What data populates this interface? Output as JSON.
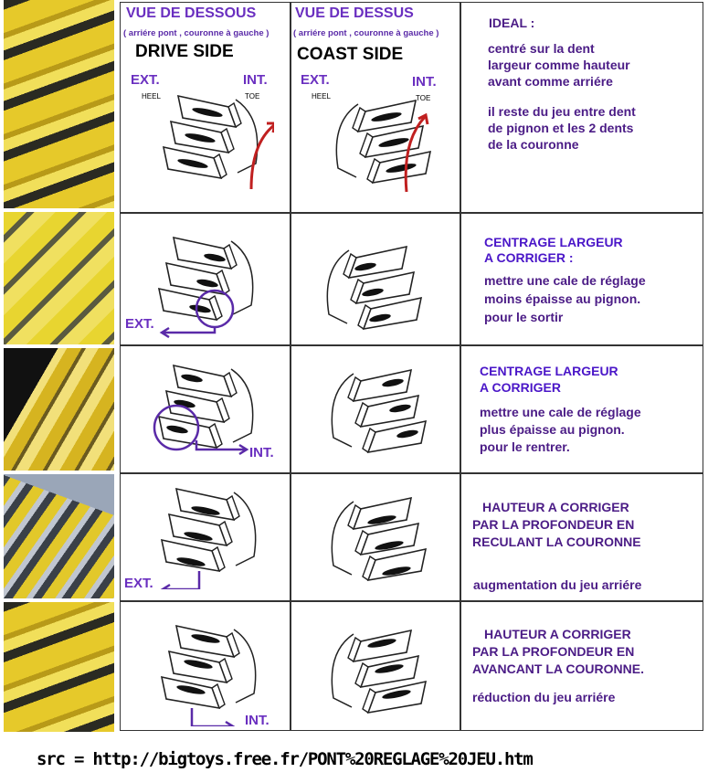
{
  "header": {
    "col1": {
      "title": "VUE DE DESSOUS",
      "subtitle": "( arriére pont , couronne à gauche )",
      "side": "DRIVE SIDE"
    },
    "col2": {
      "title": "VUE DE DESSUS",
      "subtitle": "( arriére pont , couronne à gauche )",
      "side": "COAST SIDE"
    },
    "ext": "EXT.",
    "heel": "HEEL",
    "int": "INT.",
    "toe": "TOE"
  },
  "rows": [
    {
      "title": "IDEAL :",
      "lines": [
        "centré sur la dent",
        "largeur comme hauteur",
        "avant comme arriére"
      ],
      "lines2": [
        "il reste du jeu entre dent",
        "de pignon et les 2 dents",
        "de la couronne"
      ]
    },
    {
      "title": [
        "CENTRAGE LARGEUR",
        "A CORRIGER :"
      ],
      "lines": [
        "mettre une cale de réglage",
        "moins épaisse au pignon.",
        "pour le sortir"
      ],
      "arrow_label": "EXT."
    },
    {
      "title": [
        "CENTRAGE LARGEUR",
        "A CORRIGER"
      ],
      "lines": [
        "mettre une cale de réglage",
        "plus épaisse au pignon.",
        "pour le rentrer."
      ],
      "arrow_label": "INT."
    },
    {
      "title": [
        "HAUTEUR A CORRIGER",
        "PAR LA PROFONDEUR EN",
        "RECULANT LA COURONNE"
      ],
      "note": "augmentation du jeu arriére",
      "arrow_label": "EXT."
    },
    {
      "title": [
        "HAUTEUR A CORRIGER",
        "PAR LA PROFONDEUR EN",
        "AVANCANT LA COURONNE."
      ],
      "note": "réduction du jeu arriére",
      "arrow_label": "INT."
    }
  ],
  "footer": "src = http://bigtoys.free.fr/PONT%20REGLAGE%20JEU.htm",
  "colors": {
    "purple": "#4b1c86",
    "accent": "#6a2fc0",
    "arrow_red": "#c02020",
    "arrow_purple": "#5a2aa8"
  }
}
